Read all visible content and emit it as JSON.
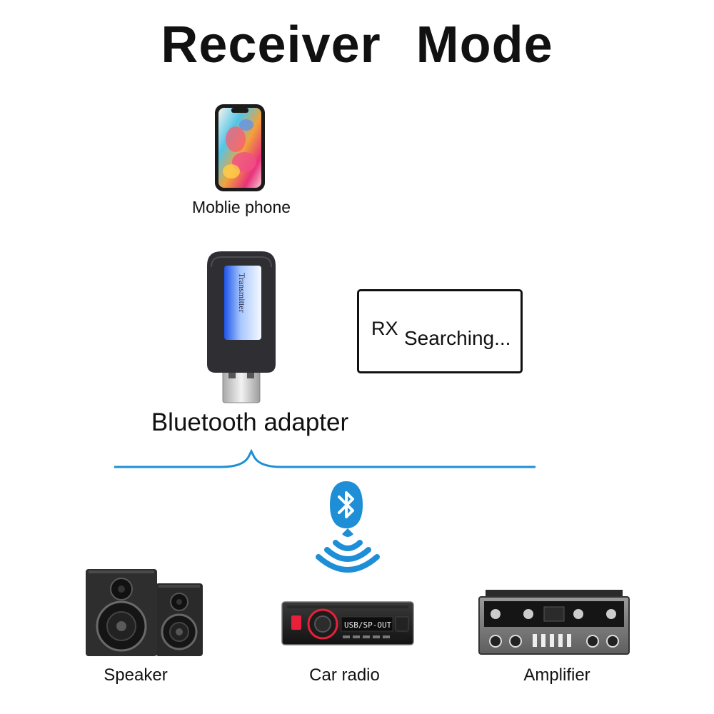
{
  "title": "Receiver  Mode",
  "devices": {
    "phone_label": "Moblie phone",
    "adapter_label": "Bluetooth adapter",
    "adapter_screen_text": "Transmitter",
    "speaker_label": "Speaker",
    "car_radio_label": "Car radio",
    "car_radio_display": "USB/SP-OUT",
    "amplifier_label": "Amplifier"
  },
  "display": {
    "mode": "RX",
    "status": "Searching..."
  },
  "colors": {
    "accent_blue": "#1e8fd6",
    "text": "#111111",
    "radio_red": "#e8203a"
  },
  "icons": [
    "bluetooth-icon",
    "wireless-signal-icon"
  ]
}
